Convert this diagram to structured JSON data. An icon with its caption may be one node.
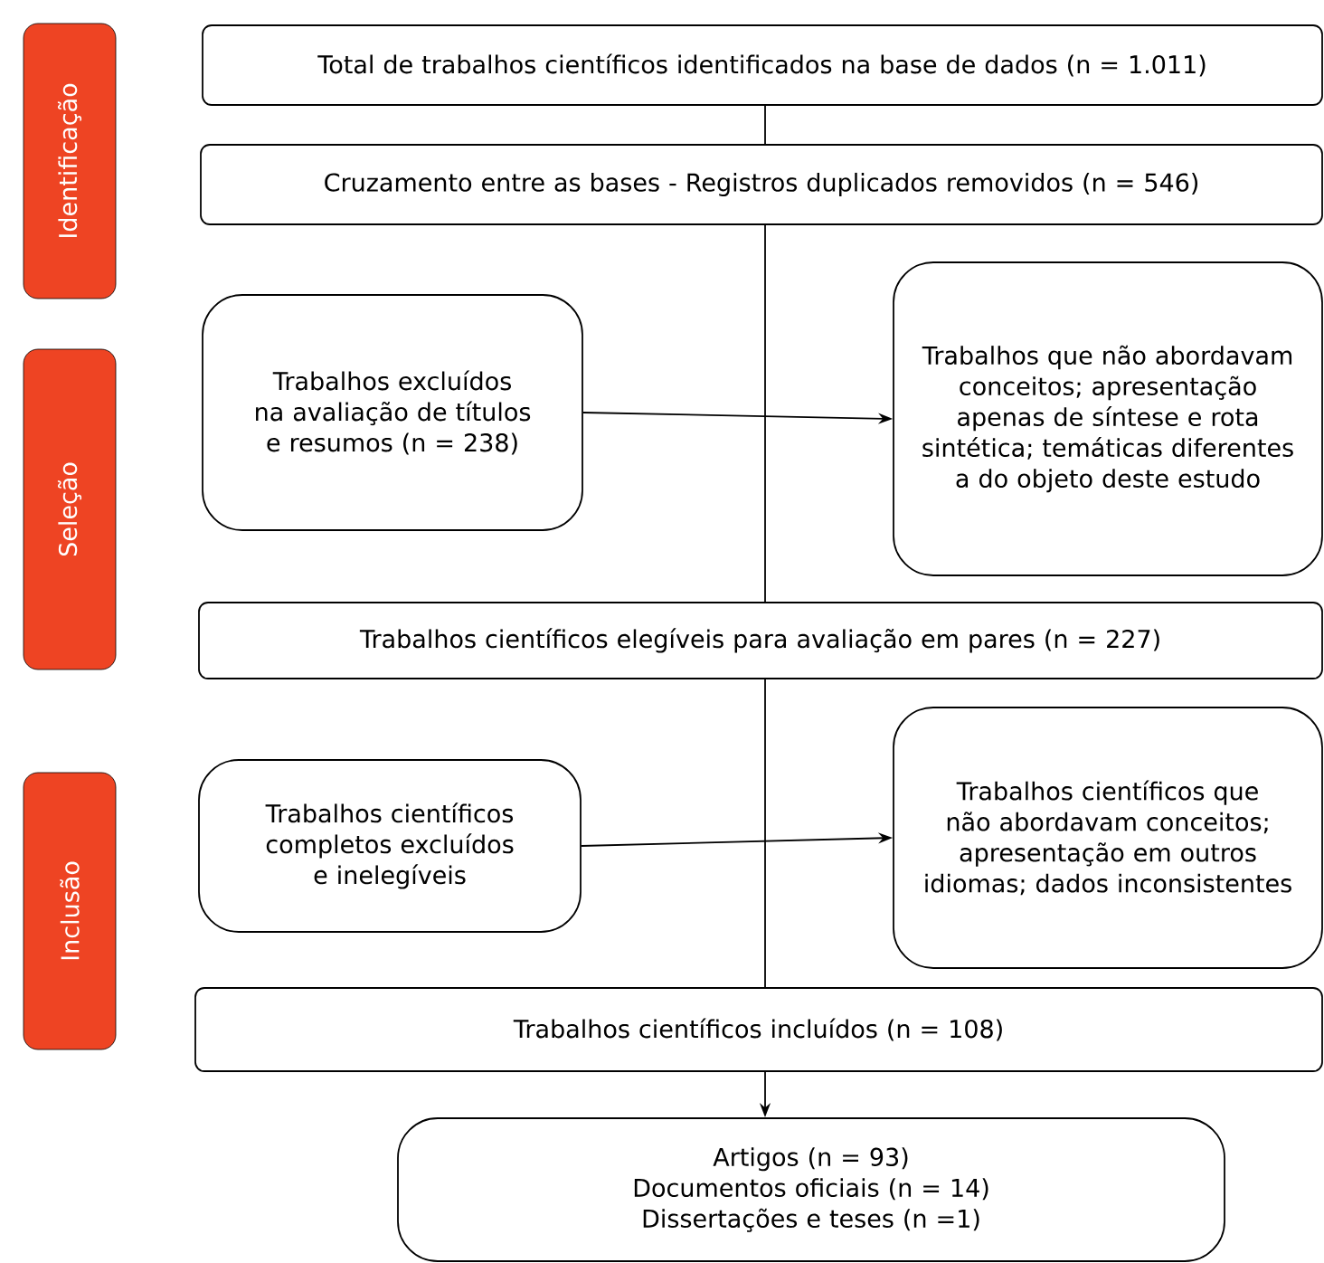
{
  "diagram": {
    "nodes": [
      {
        "text": [
          "Identificação"
        ]
      },
      {
        "text": [
          "Seleção"
        ]
      },
      {
        "text": [
          "Inclusão"
        ]
      },
      {
        "text": [
          "Total de trabalhos científicos identificados na base de dados (n = 1.011)"
        ]
      },
      {
        "text": [
          "Cruzamento entre as bases - Registros duplicados removidos (n = 546)"
        ]
      },
      {
        "text": [
          "Trabalhos excluídos na avaliação de títulos e resumos (n = 238)"
        ]
      },
      {
        "text": [
          "Trabalhos que não abordavam conceitos; apresentação apenas de síntese e rota sintética; temáticas diferentes a do objeto deste estudo"
        ]
      },
      {
        "text": [
          "Trabalhos científicos elegíveis para avaliação em pares (n = 227)"
        ]
      },
      {
        "text": [
          "Trabalhos científicos completos excluídos e inelegíveis"
        ]
      },
      {
        "text": [
          "Trabalhos científicos que não abordavam conceitos; apresentação em outros idiomas; dados inconsistentes"
        ]
      },
      {
        "text": [
          "Trabalhos científicos incluídos (n = 108)"
        ]
      },
      {
        "text": [
          "Artigos (n = 93)",
          "Documentos oficiais (n = 14)",
          "Dissertações e teses (n =1)"
        ]
      }
    ],
    "edges": [
      {
        "from": 3,
        "to": 4,
        "arrow": "none"
      },
      {
        "from": 4,
        "to": 7,
        "arrow": "none"
      },
      {
        "from": 5,
        "to": 6,
        "arrow": "to"
      },
      {
        "from": 7,
        "to": 10,
        "arrow": "none"
      },
      {
        "from": 8,
        "to": 9,
        "arrow": "to"
      },
      {
        "from": 10,
        "to": 11,
        "arrow": "to"
      }
    ]
  }
}
